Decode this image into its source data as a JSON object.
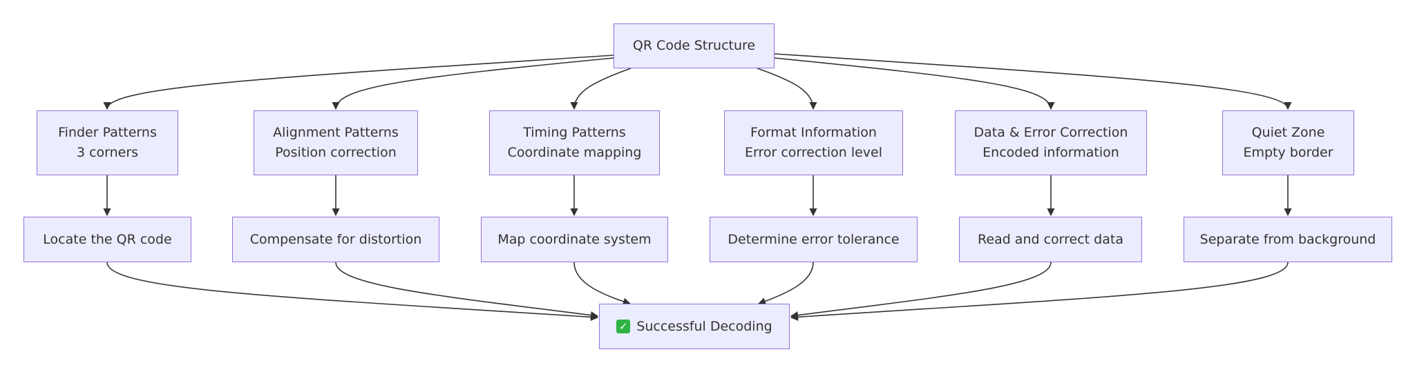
{
  "colors": {
    "node_fill": "#ececff",
    "node_border": "#9370db",
    "edge": "#333333",
    "text": "#333333",
    "check": "#2fb344"
  },
  "root": {
    "label": "QR Code Structure"
  },
  "components": [
    {
      "title": "Finder Patterns",
      "subtitle": "3 corners",
      "action": "Locate the QR code"
    },
    {
      "title": "Alignment Patterns",
      "subtitle": "Position correction",
      "action": "Compensate for distortion"
    },
    {
      "title": "Timing Patterns",
      "subtitle": "Coordinate mapping",
      "action": "Map coordinate system"
    },
    {
      "title": "Format Information",
      "subtitle": "Error correction level",
      "action": "Determine error tolerance"
    },
    {
      "title": "Data & Error Correction",
      "subtitle": "Encoded information",
      "action": "Read and correct data"
    },
    {
      "title": "Quiet Zone",
      "subtitle": "Empty border",
      "action": "Separate from background"
    }
  ],
  "result": {
    "icon": "check-mark-icon",
    "label": "Successful Decoding"
  }
}
